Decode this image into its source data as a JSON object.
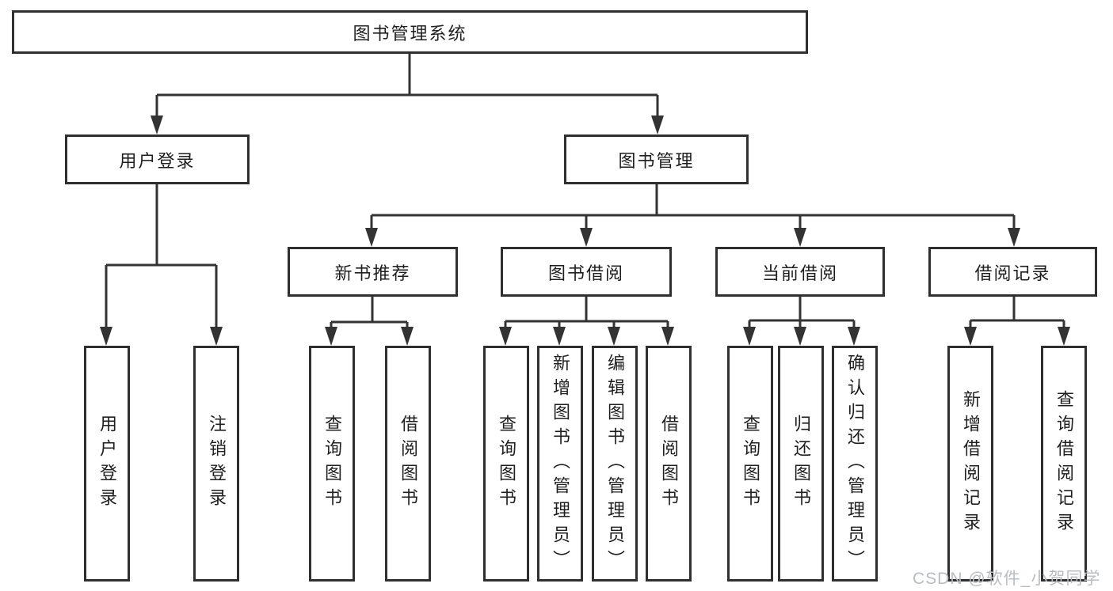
{
  "diagram_type": "hierarchy-tree",
  "colors": {
    "line": "#333333",
    "box_border": "#2f2f2f",
    "text": "#1f1f1f",
    "watermark": "#b9bdc0",
    "background": "#ffffff"
  },
  "nodes": {
    "root": {
      "label": "图书管理系统"
    },
    "user_login": {
      "label": "用户登录"
    },
    "book_mgmt": {
      "label": "图书管理"
    },
    "new_books": {
      "label": "新书推荐"
    },
    "book_borrow": {
      "label": "图书借阅"
    },
    "current_borrow": {
      "label": "当前借阅"
    },
    "borrow_records": {
      "label": "借阅记录"
    },
    "user_login_leaf": {
      "label": "用户登录"
    },
    "logout_leaf": {
      "label": "注销登录"
    },
    "nb_query": {
      "label": "查询图书"
    },
    "nb_borrow": {
      "label": "借阅图书"
    },
    "bb_query": {
      "label": "查询图书"
    },
    "bb_add": {
      "label": "新增图书（管理员）"
    },
    "bb_edit": {
      "label": "编辑图书（管理员）"
    },
    "bb_borrow": {
      "label": "借阅图书"
    },
    "cb_query": {
      "label": "查询图书"
    },
    "cb_return": {
      "label": "归还图书"
    },
    "cb_confirm": {
      "label": "确认归还（管理员）"
    },
    "br_add": {
      "label": "新增借阅记录"
    },
    "br_query": {
      "label": "查询借阅记录"
    }
  },
  "hierarchy": {
    "图书管理系统": {
      "用户登录": [
        "用户登录",
        "注销登录"
      ],
      "图书管理": {
        "新书推荐": [
          "查询图书",
          "借阅图书"
        ],
        "图书借阅": [
          "查询图书",
          "新增图书（管理员）",
          "编辑图书（管理员）",
          "借阅图书"
        ],
        "当前借阅": [
          "查询图书",
          "归还图书",
          "确认归还（管理员）"
        ],
        "借阅记录": [
          "新增借阅记录",
          "查询借阅记录"
        ]
      }
    }
  },
  "watermark": "CSDN @软件_小贺同学"
}
